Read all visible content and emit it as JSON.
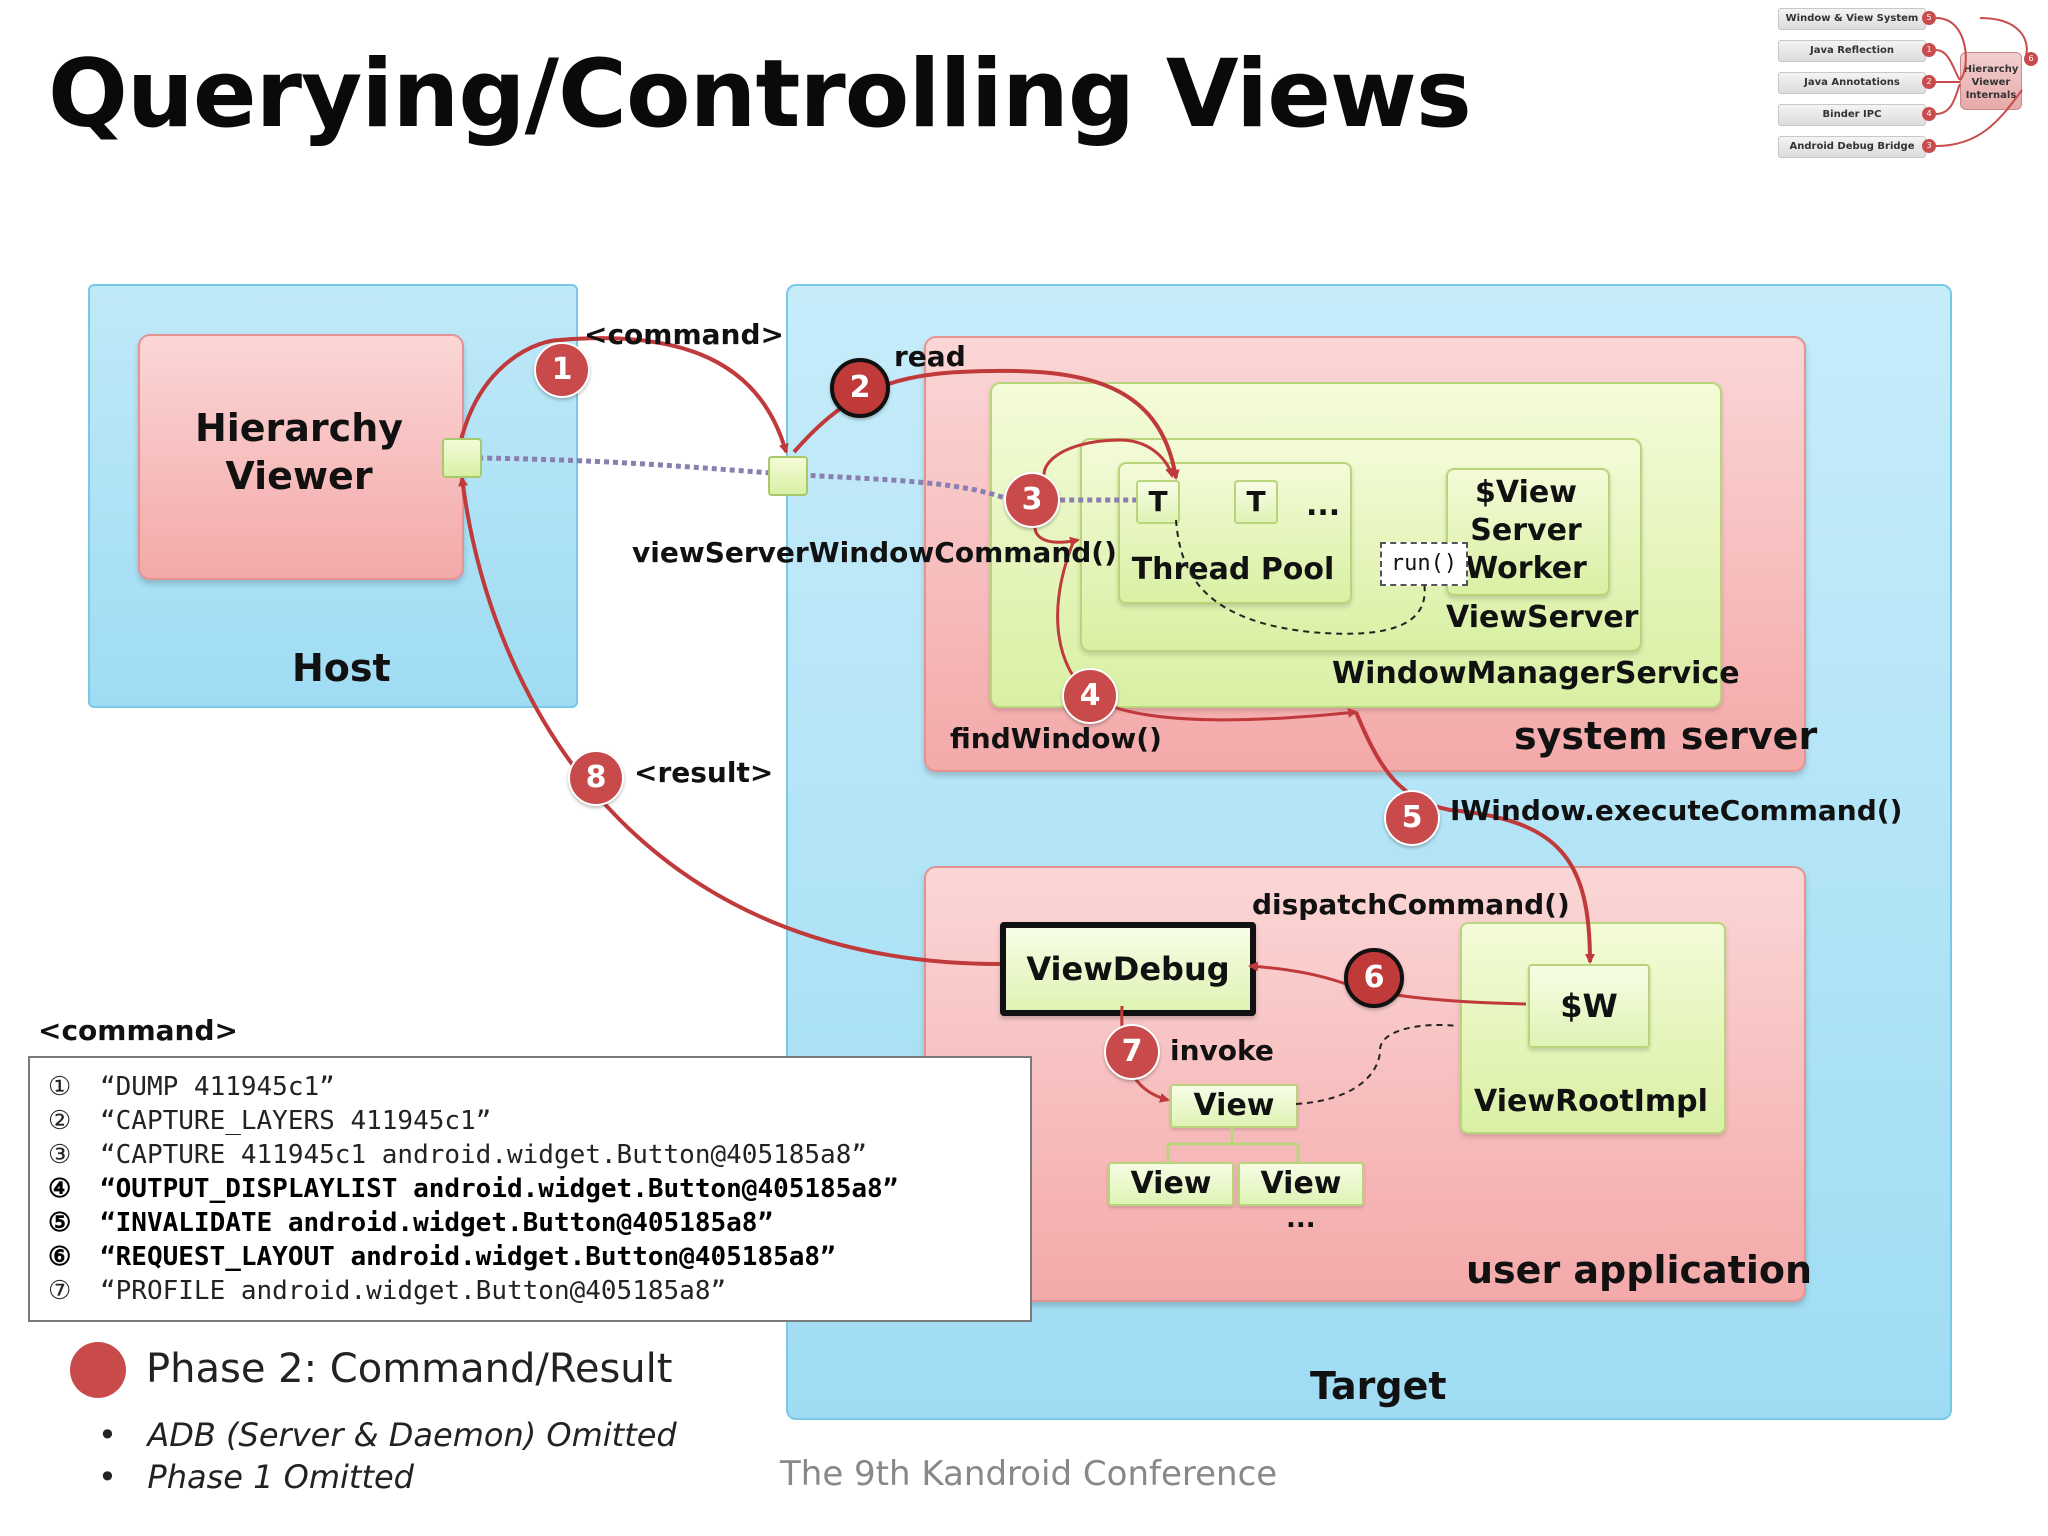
{
  "title": "Querying/Controlling Views",
  "roadmap": {
    "items": [
      {
        "label": "Window & View System",
        "num": "5"
      },
      {
        "label": "Java Reflection",
        "num": "1"
      },
      {
        "label": "Java Annotations",
        "num": "2"
      },
      {
        "label": "Binder IPC",
        "num": "4"
      },
      {
        "label": "Android Debug Bridge",
        "num": "3"
      }
    ],
    "target": "Hierarchy Viewer Internals",
    "target_num": "6"
  },
  "diagram": {
    "host": {
      "hierarchy_viewer": "Hierarchy Viewer",
      "label": "Host"
    },
    "target": {
      "label": "Target",
      "system_server": "system server",
      "window_manager_service": "WindowManagerService",
      "view_server": "ViewServer",
      "thread_pool": "Thread Pool",
      "thread_t1": "T",
      "thread_t2": "T",
      "thread_more": "...",
      "worker": "$View Server Worker",
      "run": "run()",
      "user_application": "user application",
      "view_root_impl": "ViewRootImpl",
      "sw": "$W",
      "view_debug": "ViewDebug",
      "view_parent": "View",
      "view_child1": "View",
      "view_child2": "View",
      "view_more": "..."
    },
    "edge_labels": {
      "command": "<command>",
      "read": "read",
      "view_server_window_command": "viewServerWindowCommand()",
      "find_window": "findWindow()",
      "iwindow_execute": "IWindow.executeCommand()",
      "dispatch_command": "dispatchCommand()",
      "invoke": "invoke",
      "result": "<result>"
    },
    "steps": [
      "1",
      "2",
      "3",
      "4",
      "5",
      "6",
      "7",
      "8"
    ]
  },
  "command_list": {
    "heading": "<command>",
    "items": [
      {
        "num": "①",
        "text": "“DUMP 411945c1”",
        "bold": false
      },
      {
        "num": "②",
        "text": "“CAPTURE_LAYERS 411945c1”",
        "bold": false
      },
      {
        "num": "③",
        "text": "“CAPTURE 411945c1 android.widget.Button@405185a8”",
        "bold": false
      },
      {
        "num": "④",
        "text": "“OUTPUT_DISPLAYLIST android.widget.Button@405185a8”",
        "bold": true
      },
      {
        "num": "⑤",
        "text": "“INVALIDATE android.widget.Button@405185a8”",
        "bold": true
      },
      {
        "num": "⑥",
        "text": "“REQUEST_LAYOUT android.widget.Button@405185a8”",
        "bold": true
      },
      {
        "num": "⑦",
        "text": "“PROFILE android.widget.Button@405185a8”",
        "bold": false
      }
    ]
  },
  "legend": {
    "label": "Phase 2: Command/Result",
    "color": "#c94a4a"
  },
  "notes": [
    "ADB (Server & Daemon) Omitted",
    "Phase 1 Omitted"
  ],
  "footer": "The 9th Kandroid Conference",
  "colors": {
    "arrow": "#c0393b",
    "green_box": "#d9f0a4",
    "red_region": "#f4a9a9",
    "blue_region": "#9fdcf3",
    "dotted_link": "#8a7fb0"
  }
}
